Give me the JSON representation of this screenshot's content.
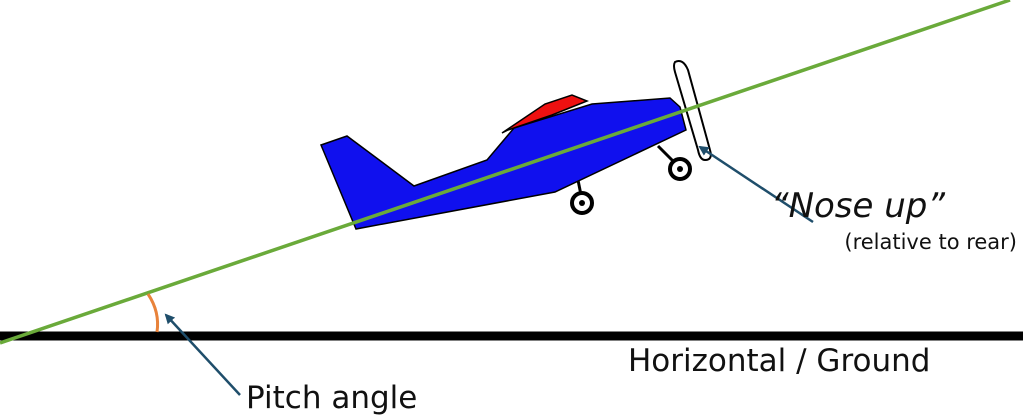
{
  "labels": {
    "nose_up": "“Nose up”",
    "nose_up_note": "(relative to rear)",
    "ground": "Horizontal / Ground",
    "pitch_angle": "Pitch angle"
  },
  "colors": {
    "pitch_line": "#6aaa3a",
    "ground_line": "#000000",
    "fuselage": "#1010ee",
    "canopy": "#ee1111",
    "angle_arc": "#e8823a",
    "pointer_arrow": "#1f4e6b"
  }
}
